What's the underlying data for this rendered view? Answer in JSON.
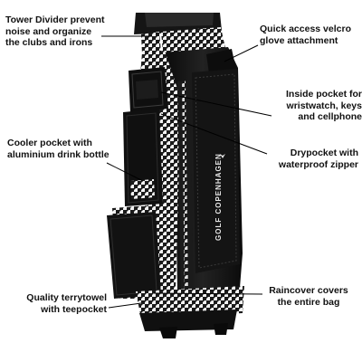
{
  "product": {
    "bag_logo_text": "GOLF COPENHAGEN",
    "colors": {
      "bag_black": "#121212",
      "houndstooth_light": "#f2f2f2",
      "houndstooth_dark": "#1a1a1a",
      "leader_line": "#000000",
      "label_text": "#111111"
    }
  },
  "callouts": {
    "tower_divider": {
      "lines": [
        "Tower Divider prevent",
        "noise and organize",
        "the clubs and irons"
      ]
    },
    "glove_attachment": {
      "lines": [
        "Quick access velcro",
        "glove attachment"
      ]
    },
    "inside_pocket": {
      "lines": [
        "Inside pocket for",
        "wristwatch, keys",
        "and cellphone"
      ]
    },
    "cooler_pocket": {
      "lines": [
        "Cooler pocket with",
        "aluminium drink bottle"
      ]
    },
    "drypocket": {
      "lines": [
        "Drypocket with",
        "waterproof zipper"
      ]
    },
    "raincover": {
      "lines": [
        "Raincover covers",
        "the entire bag"
      ]
    },
    "towel": {
      "lines": [
        "Quality terrytowel",
        "with teepocket"
      ]
    }
  }
}
